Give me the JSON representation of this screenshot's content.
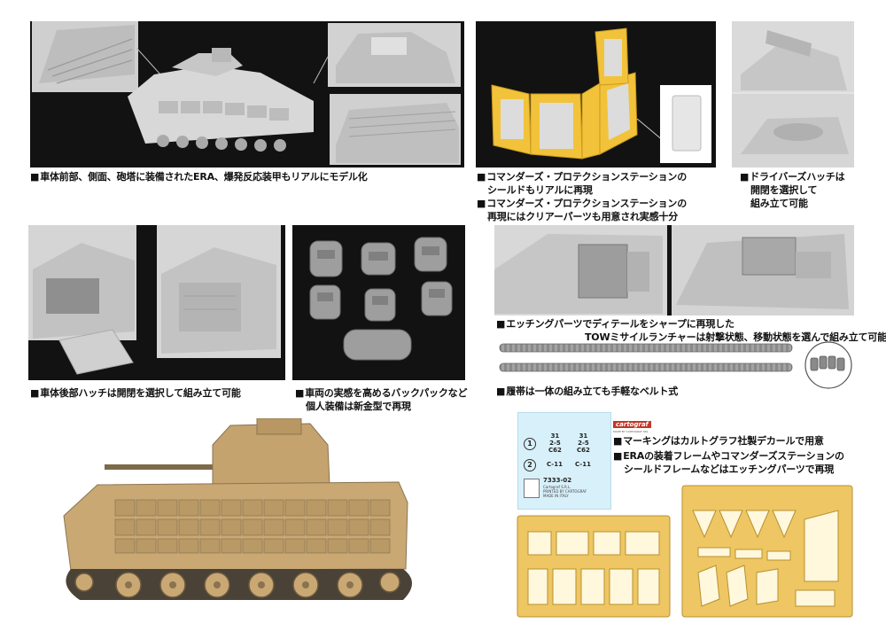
{
  "captions": {
    "era": [
      "車体前部、側面、砲塔に装備されたERA、爆発反応装甲もリアルにモデル化"
    ],
    "commander_station": [
      "コマンダーズ・プロテクションステーションの",
      "シールドもリアルに再現",
      "コマンダーズ・プロテクションステーションの",
      "再現にはクリアーパーツも用意され実感十分"
    ],
    "driver_hatch": [
      "ドライバーズハッチは",
      "開閉を選択して",
      "組み立て可能"
    ],
    "rear_hatch": [
      "車体後部ハッチは開閉を選択して組み立て可能"
    ],
    "backpack": [
      "車両の実感を高めるバックパックなど",
      "個人装備は新金型で再現"
    ],
    "tow_launcher": [
      "エッチングパーツでディテールをシャープに再現した",
      "TOWミサイルランチャーは射撃状態、移動状態を選んで組み立て可能"
    ],
    "track": [
      "履帯は一体の組み立ても手軽なベルト式"
    ],
    "marking": [
      "マーキングはカルトグラフ社製デカールで用意"
    ],
    "etching": [
      "ERAの装着フレームやコマンダーズステーションの",
      "シールドフレームなどはエッチングパーツで再現"
    ]
  },
  "decal": {
    "brand": "cartograf",
    "brand_sub": "MADE BY CARTOGRAF SRL",
    "row1_num": "1",
    "row1_left": [
      "31",
      "2-5",
      "C62"
    ],
    "row1_right": [
      "31",
      "2-5",
      "C62"
    ],
    "row2_num": "2",
    "row2_left": "C-11",
    "row2_right": "C-11",
    "code": "7333-02",
    "footer": [
      "Cartograf S.R.L.",
      "PRINTED BY CARTOGRAF",
      "MADE IN ITALY"
    ]
  },
  "colors": {
    "panel_bg": "#121212",
    "model_grey": "#d9d9d9",
    "clear_part_frame": "#f2c33a",
    "desert_tan": "#c9a874",
    "etching_gold": "#eec764"
  }
}
